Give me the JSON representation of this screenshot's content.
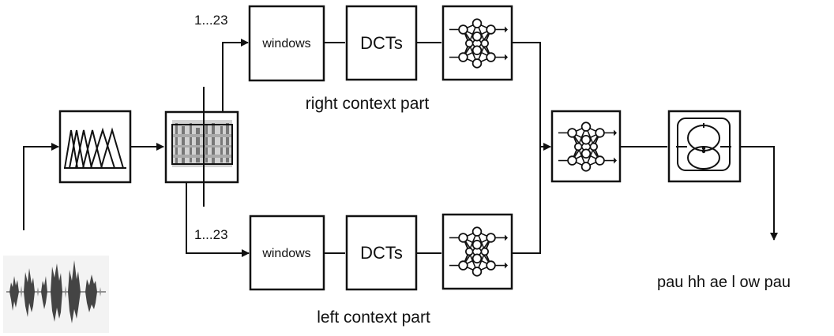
{
  "top_branch": {
    "index_label": "1...23",
    "windows_label": "windows",
    "dct_label": "DCTs",
    "caption": "right context part"
  },
  "bottom_branch": {
    "index_label": "1...23",
    "windows_label": "windows",
    "dct_label": "DCTs",
    "caption": "left context part"
  },
  "output_label": "pau hh ae l ow pau",
  "icons": [
    "waveform-icon",
    "filterbank-icon",
    "spectrogram-icon",
    "neural-net-icon",
    "hmm-decoder-icon"
  ]
}
